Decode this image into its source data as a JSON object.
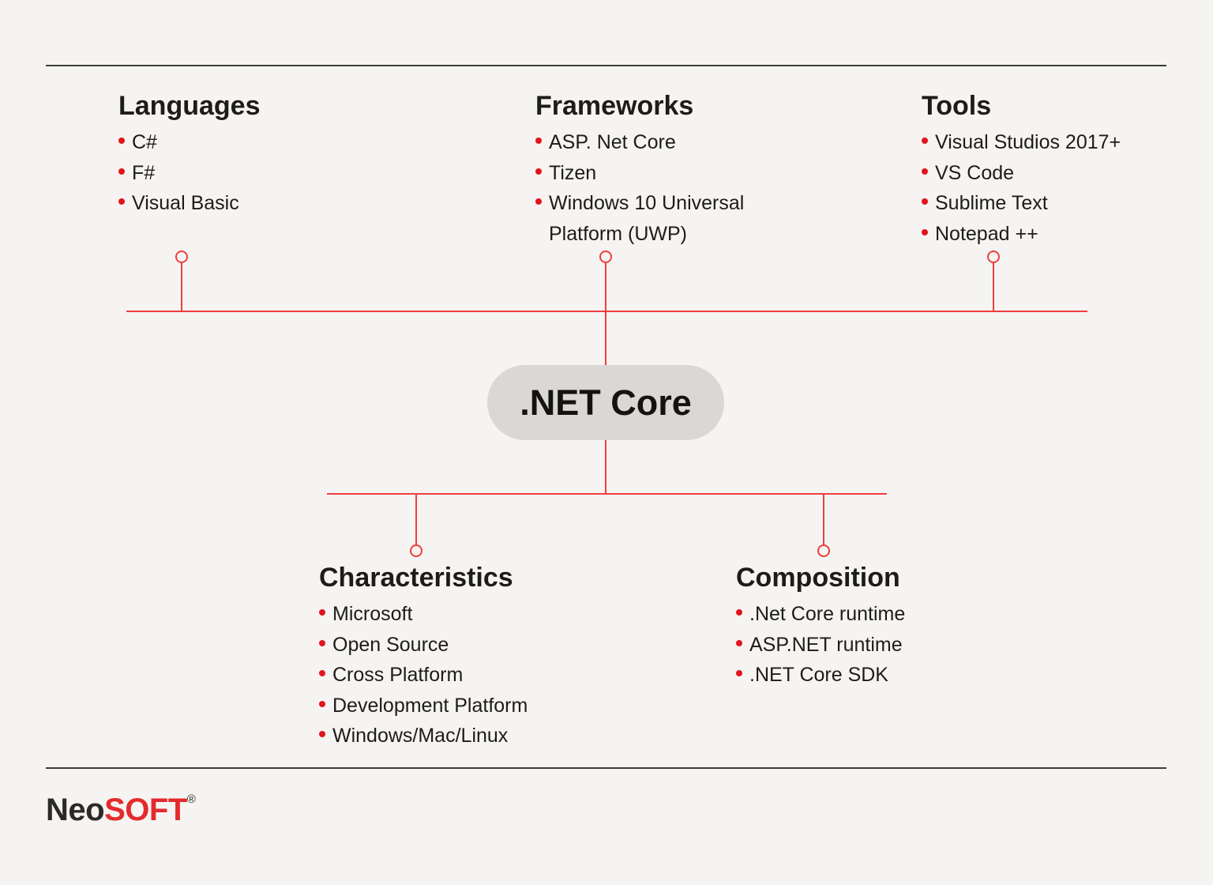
{
  "diagram": {
    "center": {
      "label": ".NET Core"
    },
    "top_branches": [
      {
        "title": "Languages",
        "items": [
          "C#",
          "F#",
          "Visual Basic"
        ]
      },
      {
        "title": "Frameworks",
        "items": [
          "ASP. Net Core",
          "Tizen",
          "Windows 10 Universal Platform (UWP)"
        ]
      },
      {
        "title": "Tools",
        "items": [
          "Visual Studios 2017+",
          "VS Code",
          "Sublime Text",
          "Notepad ++"
        ]
      }
    ],
    "bottom_branches": [
      {
        "title": "Characteristics",
        "items": [
          "Microsoft",
          "Open Source",
          "Cross Platform",
          "Development Platform",
          "Windows/Mac/Linux"
        ]
      },
      {
        "title": "Composition",
        "items": [
          ".Net Core runtime",
          "ASP.NET runtime",
          ".NET Core SDK"
        ]
      }
    ]
  },
  "footer": {
    "logo_text_primary": "Neo",
    "logo_text_accent": "SOFT",
    "registered_mark": "®"
  },
  "colors": {
    "background": "#f5f4f2",
    "text": "#1d1c1a",
    "bullet_red": "#e2151d",
    "connector_red": "#ee3e3d",
    "node_fill": "#d9d8d6",
    "rule_dark": "#3d3d3d",
    "logo_red": "#e52a2e",
    "logo_dark": "#2b2a29"
  }
}
